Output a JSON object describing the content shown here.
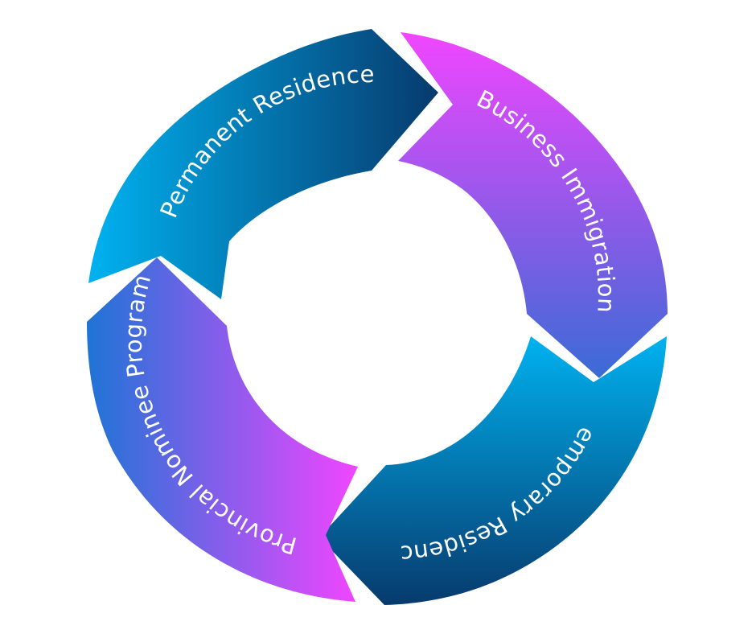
{
  "diagram": {
    "type": "cycle",
    "segments": [
      {
        "id": "permanent-residence",
        "label": "Permanent Residence",
        "gradient": [
          "#00b2f0",
          "#073a6d"
        ]
      },
      {
        "id": "business-immigration",
        "label": "Business Immigration",
        "gradient": [
          "#f146ff",
          "#3a6bd5"
        ]
      },
      {
        "id": "temporary-residence",
        "label": "Temporary Residence",
        "gradient": [
          "#00b2f0",
          "#073a6d"
        ]
      },
      {
        "id": "provincial-nominee-program",
        "label": "Provincial Nominee Program",
        "gradient": [
          "#1f74d6",
          "#f146ff"
        ]
      }
    ]
  }
}
